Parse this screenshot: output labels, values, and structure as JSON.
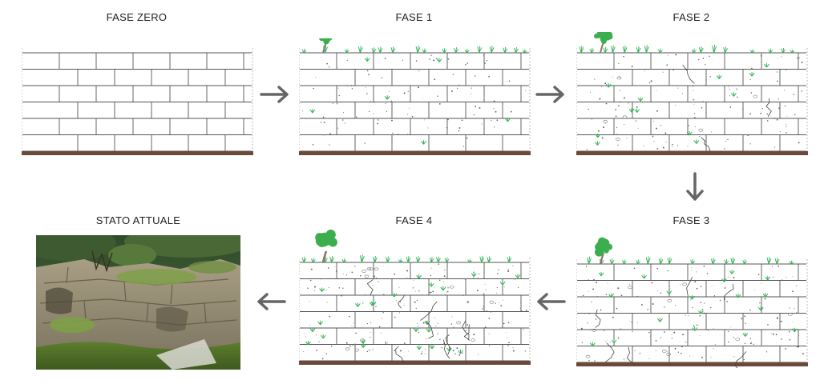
{
  "panels": [
    {
      "id": "fase-zero",
      "title": "FASE ZERO",
      "stage": 0
    },
    {
      "id": "fase-1",
      "title": "FASE 1",
      "stage": 1
    },
    {
      "id": "fase-2",
      "title": "FASE 2",
      "stage": 2
    },
    {
      "id": "fase-3",
      "title": "FASE 3",
      "stage": 3
    },
    {
      "id": "fase-4",
      "title": "FASE 4",
      "stage": 4
    },
    {
      "id": "stato-attuale",
      "title": "STATO ATTUALE",
      "stage": 5
    }
  ],
  "colors": {
    "ground": "#6b4a3a",
    "mortar": "#555555",
    "vegetation": "#2fb552",
    "tree_foliage": "#3cae4e",
    "arrow": "#666666"
  },
  "icons": {
    "arrow_right": "arrow-right-icon",
    "arrow_down": "arrow-down-icon",
    "arrow_left": "arrow-left-icon"
  }
}
